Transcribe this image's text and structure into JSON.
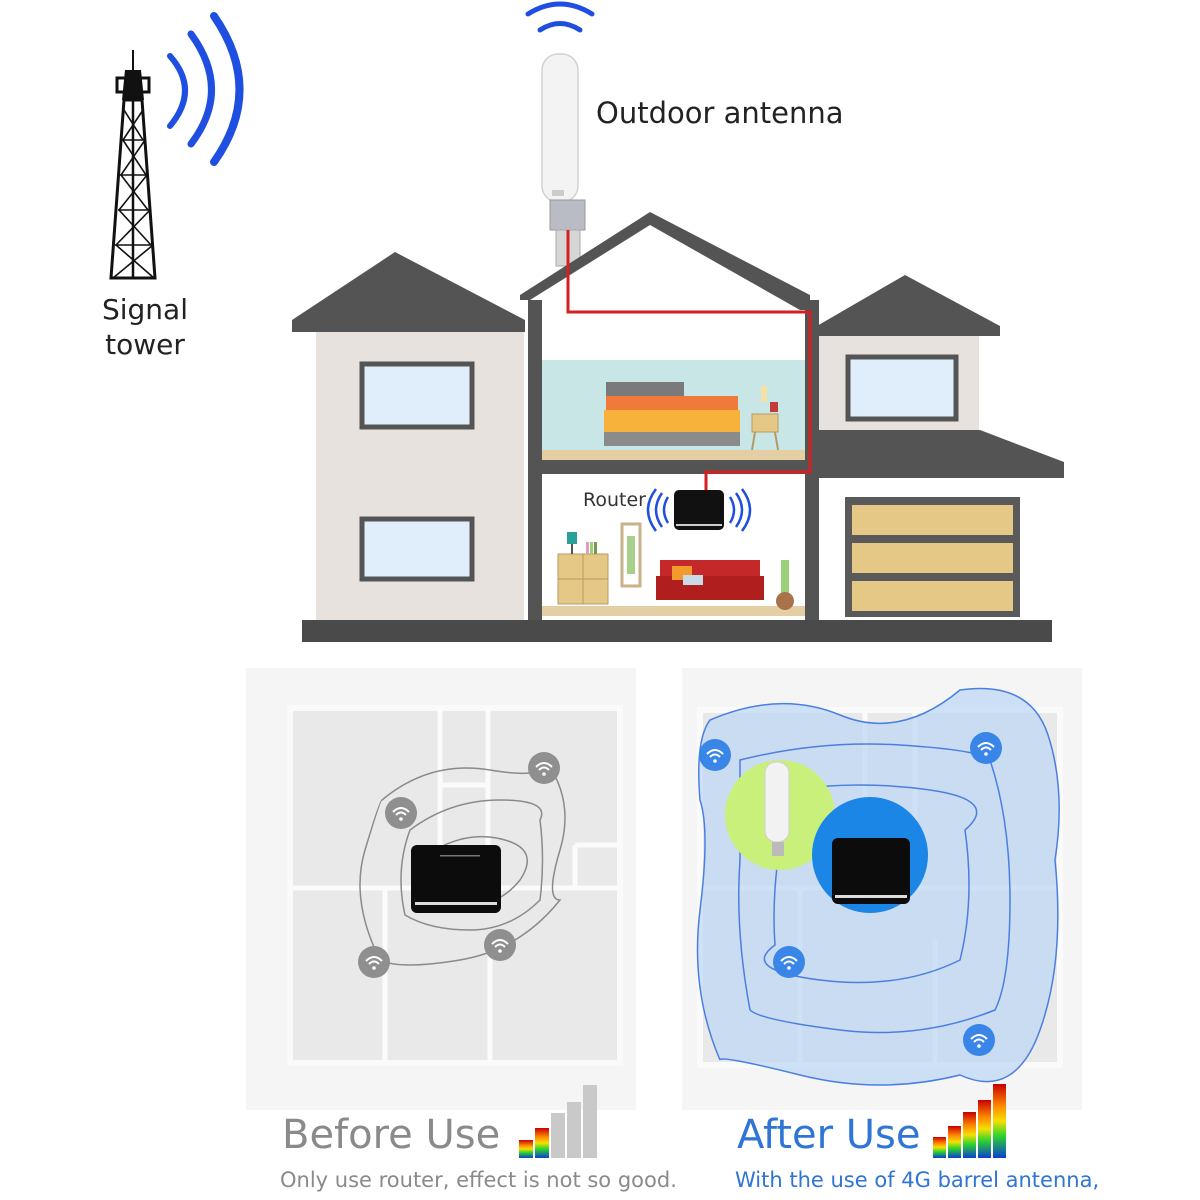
{
  "labels": {
    "signal_tower": "Signal tower",
    "signal_tower_line1": "Signal",
    "signal_tower_line2": "tower",
    "outdoor_antenna": "Outdoor antenna",
    "router": "Router"
  },
  "comparison": {
    "before": {
      "title": "Before Use",
      "caption": "Only use router, effect is not so good.",
      "signal_bars_active": 2,
      "signal_bars_total": 5,
      "title_color": "#8a8a8a"
    },
    "after": {
      "title": "After Use",
      "caption": "With the use of 4G barrel antenna,",
      "signal_bars_active": 5,
      "signal_bars_total": 5,
      "title_color": "#2f75d6"
    }
  },
  "icons": {
    "tower": "signal-tower-icon",
    "waves": "signal-waves-icon",
    "antenna": "outdoor-antenna-icon",
    "router": "router-icon",
    "wifi": "wifi-icon"
  },
  "colors": {
    "signal_wave": "#1f4fe0",
    "cable": "#d42020",
    "roof": "#545454",
    "wall": "#e8e2df",
    "window": "#dfeefa",
    "garage": "#e6c886",
    "bedroom_wall": "#c9e6e6",
    "wifi_grey": "#8f8f8f",
    "wifi_blue": "#3a86e8",
    "coverage_blue": "#bcd6f5",
    "antenna_bg_green": "#c8f07a",
    "router_bg_blue": "#1b86e6"
  }
}
